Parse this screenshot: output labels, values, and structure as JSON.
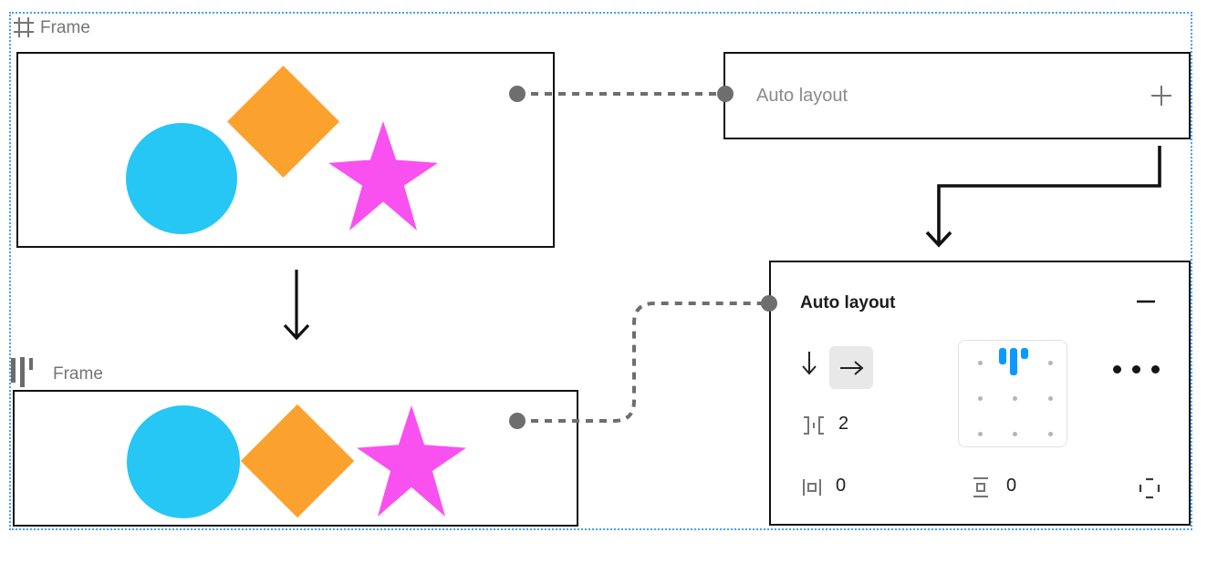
{
  "colors": {
    "canvas_border": "#47A1F2",
    "shape_blue": "#26C6F5",
    "shape_orange": "#FBA22E",
    "shape_magenta": "#F951EF",
    "figma_blue": "#0D99FF",
    "connector": "#6E6E6E",
    "label_gray": "#757575",
    "icon_gray": "#757575",
    "text_dark": "#1D1D1F",
    "selected_bg": "#E8E8E8",
    "grid_border": "#E2E2E2",
    "grid_dot": "#B5B5B5",
    "panel_border": "#111111"
  },
  "canvas": {
    "frame_top": {
      "label": "Frame",
      "icon": "frame-grid-icon",
      "shapes": [
        "blue-circle",
        "orange-diamond",
        "magenta-star"
      ]
    },
    "frame_bottom": {
      "label": "Frame",
      "icon": "auto-layout-frame-icon",
      "shapes": [
        "blue-circle",
        "orange-diamond",
        "magenta-star"
      ]
    }
  },
  "collapsed_panel": {
    "title": "Auto layout",
    "add_icon": "plus-icon"
  },
  "expanded_panel": {
    "title": "Auto layout",
    "collapse_icon": "minus-icon",
    "direction": {
      "options": [
        "vertical",
        "horizontal"
      ],
      "selected": "horizontal",
      "vertical_icon": "arrow-down-icon",
      "horizontal_icon": "arrow-right-icon"
    },
    "alignment": {
      "selected": "top-center",
      "grid": "3x3-dot-grid"
    },
    "more_icon": "ellipsis-icon",
    "spacing": {
      "icon": "gap-between-items-icon",
      "value": "2"
    },
    "padding_horizontal": {
      "icon": "horizontal-padding-icon",
      "value": "0"
    },
    "padding_vertical": {
      "icon": "vertical-padding-icon",
      "value": "0"
    },
    "individual_padding_icon": "individual-padding-icon"
  }
}
